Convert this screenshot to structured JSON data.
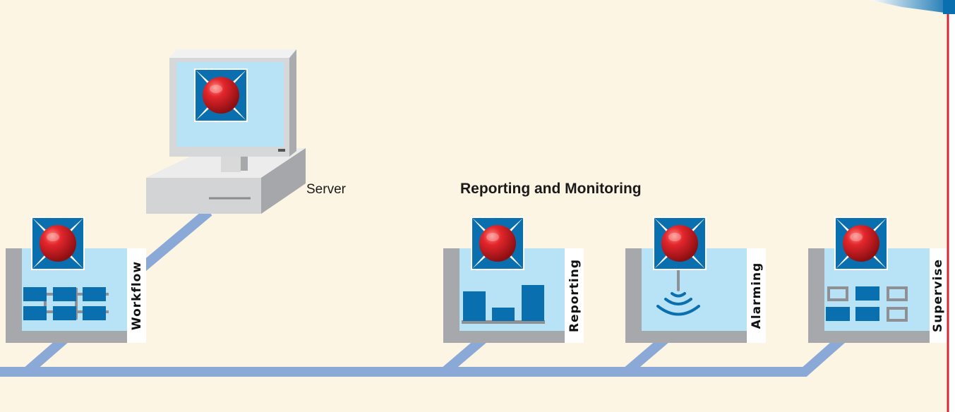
{
  "labels": {
    "server": "Server",
    "group_title": "Reporting and Monitoring"
  },
  "modules": [
    {
      "name": "Workflow",
      "icon": "workflow-blocks-icon"
    },
    {
      "name": "Reporting",
      "icon": "bar-chart-icon"
    },
    {
      "name": "Alarming",
      "icon": "signal-waves-icon"
    },
    {
      "name": "Supervise",
      "icon": "grid-boxes-icon"
    }
  ],
  "icons": {
    "logo": "red-ball-logo-icon",
    "server": "computer-server-icon"
  },
  "colors": {
    "background": "#fdf5e4",
    "network": "#8aa9d6",
    "screen": "#b8e3f6",
    "logo_blue": "#0a6fae",
    "logo_red": "#e01e24",
    "accent_red": "#d9232f",
    "device_gray": "#a7a9ac"
  }
}
